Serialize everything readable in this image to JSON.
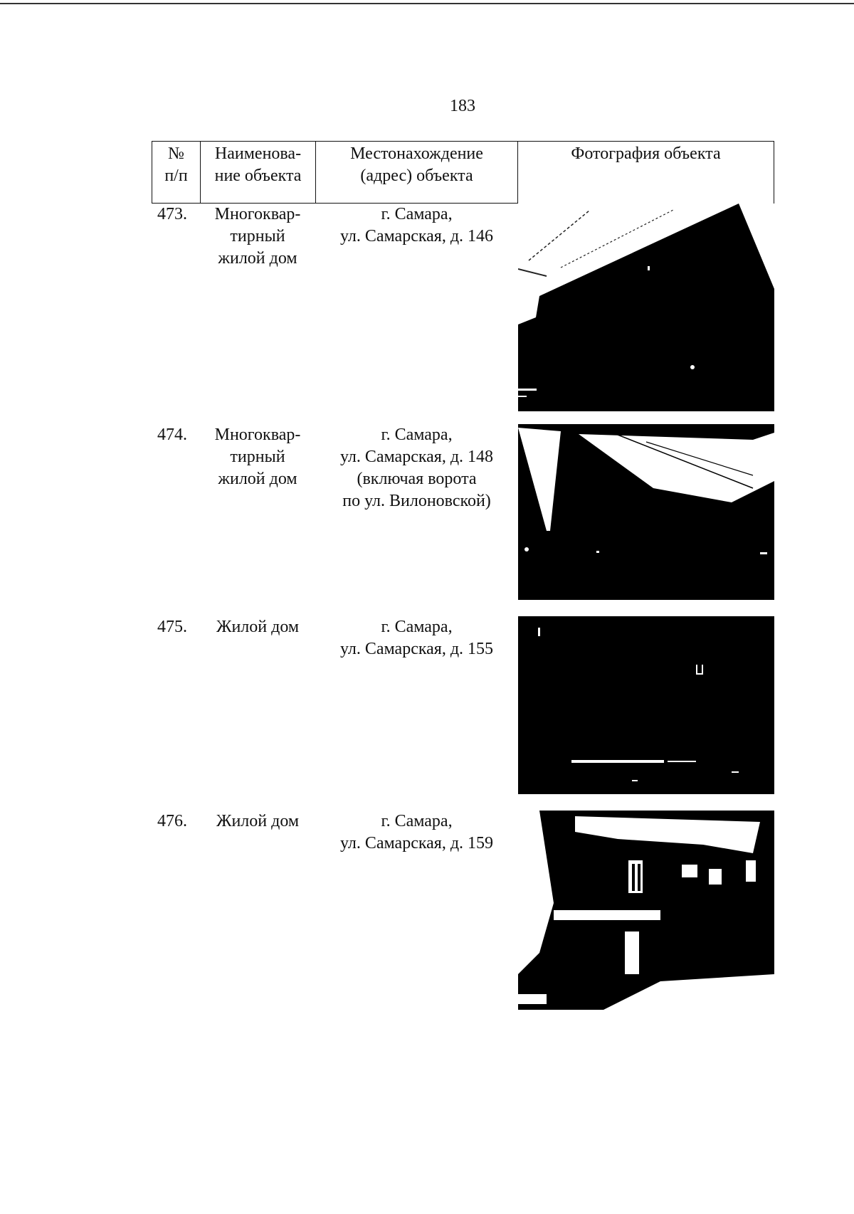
{
  "page_number": "183",
  "table": {
    "headers": {
      "num": [
        "№",
        "п/п"
      ],
      "name": [
        "Наименова-",
        "ние объекта"
      ],
      "address": [
        "Местонахождение",
        "(адрес) объекта"
      ],
      "photo": "Фотография объекта"
    },
    "rows": [
      {
        "num": "473.",
        "name": [
          "Многоквар-",
          "тирный",
          "жилой дом"
        ],
        "address": [
          "г. Самара,",
          "ул. Самарская, д. 146"
        ]
      },
      {
        "num": "474.",
        "name": [
          "Многоквар-",
          "тирный",
          "жилой дом"
        ],
        "address": [
          "г. Самара,",
          "ул. Самарская, д. 148",
          "(включая ворота",
          "по ул. Вилоновской)"
        ]
      },
      {
        "num": "475.",
        "name": [
          "Жилой дом"
        ],
        "address": [
          "г. Самара,",
          "ул. Самарская, д. 155"
        ]
      },
      {
        "num": "476.",
        "name": [
          "Жилой дом"
        ],
        "address": [
          "г. Самара,",
          "ул. Самарская, д. 159"
        ]
      }
    ]
  }
}
